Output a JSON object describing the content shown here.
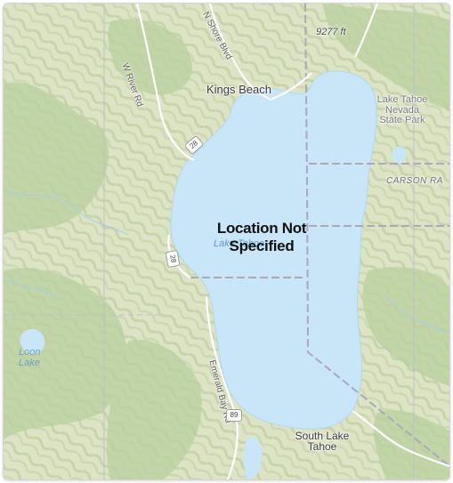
{
  "map": {
    "overlay_title_line1": "Location Not",
    "overlay_title_line2": "Specified",
    "labels": {
      "kings_beach": "Kings Beach",
      "lake_tahoe": "Lake Tahoe",
      "lake_tahoe_nevada_state_park_1": "Lake Tahoe",
      "lake_tahoe_nevada_state_park_2": "Nevada",
      "lake_tahoe_nevada_state_park_3": "State Park",
      "carson_range": "CARSON RA",
      "south_lake_tahoe_1": "South Lake",
      "south_lake_tahoe_2": "Tahoe",
      "loon_lake_1": "Loon",
      "loon_lake_2": "Lake",
      "elevation": "9277 ft",
      "n_shore_blvd": "N Shore Blvd",
      "w_river_rd": "W River Rd",
      "emerald_bay_rd": "Emerald Bay Rd",
      "route_28_north": "28",
      "route_28_west": "28",
      "route_89": "89"
    },
    "colors": {
      "water": "#c9e6f8",
      "terrain": "#dfe3c6",
      "forest": "#b7cf9a",
      "state_line": "#a9a9b8",
      "roads": "#ffffff"
    }
  }
}
